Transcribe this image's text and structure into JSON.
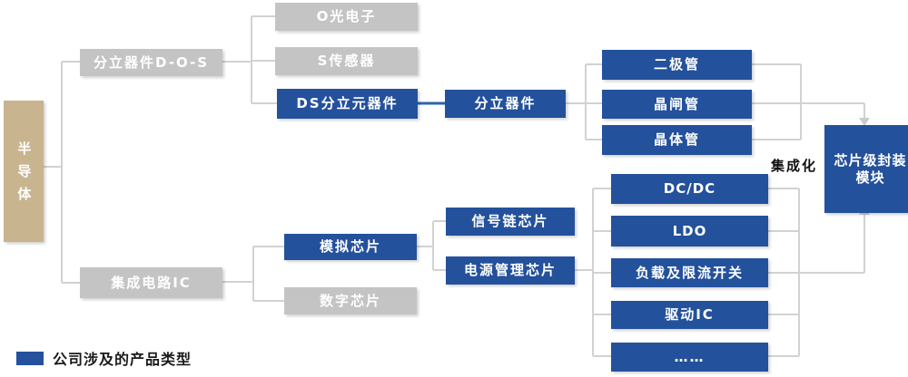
{
  "nodes": {
    "root": "半导体",
    "discrete_dos": "分立器件D-O-S",
    "optoelectronics": "O光电子",
    "sensor": "S传感器",
    "ds_discrete": "DS分立元器件",
    "discrete_devices": "分立器件",
    "diode": "二极管",
    "thyristor": "晶闸管",
    "transistor": "晶体管",
    "integrated_circuit": "集成电路IC",
    "analog_chip": "模拟芯片",
    "digital_chip": "数字芯片",
    "signal_chain_chip": "信号链芯片",
    "power_mgmt_chip": "电源管理芯片",
    "dcdc": "DC/DC",
    "ldo": "LDO",
    "load_switch": "负载及限流开关",
    "driver_ic": "驱动IC",
    "more": "……",
    "chip_package": "芯片级封装模块"
  },
  "annotations": {
    "integration": "集成化"
  },
  "legend": {
    "company_products": "公司涉及的产品类型"
  },
  "colors": {
    "product_blue": "#24519C",
    "category_gray": "#C4C4C4",
    "root_tan": "#C8B48E",
    "connector_gray": "#D2D2D2",
    "link_blue": "#2E64B0"
  }
}
